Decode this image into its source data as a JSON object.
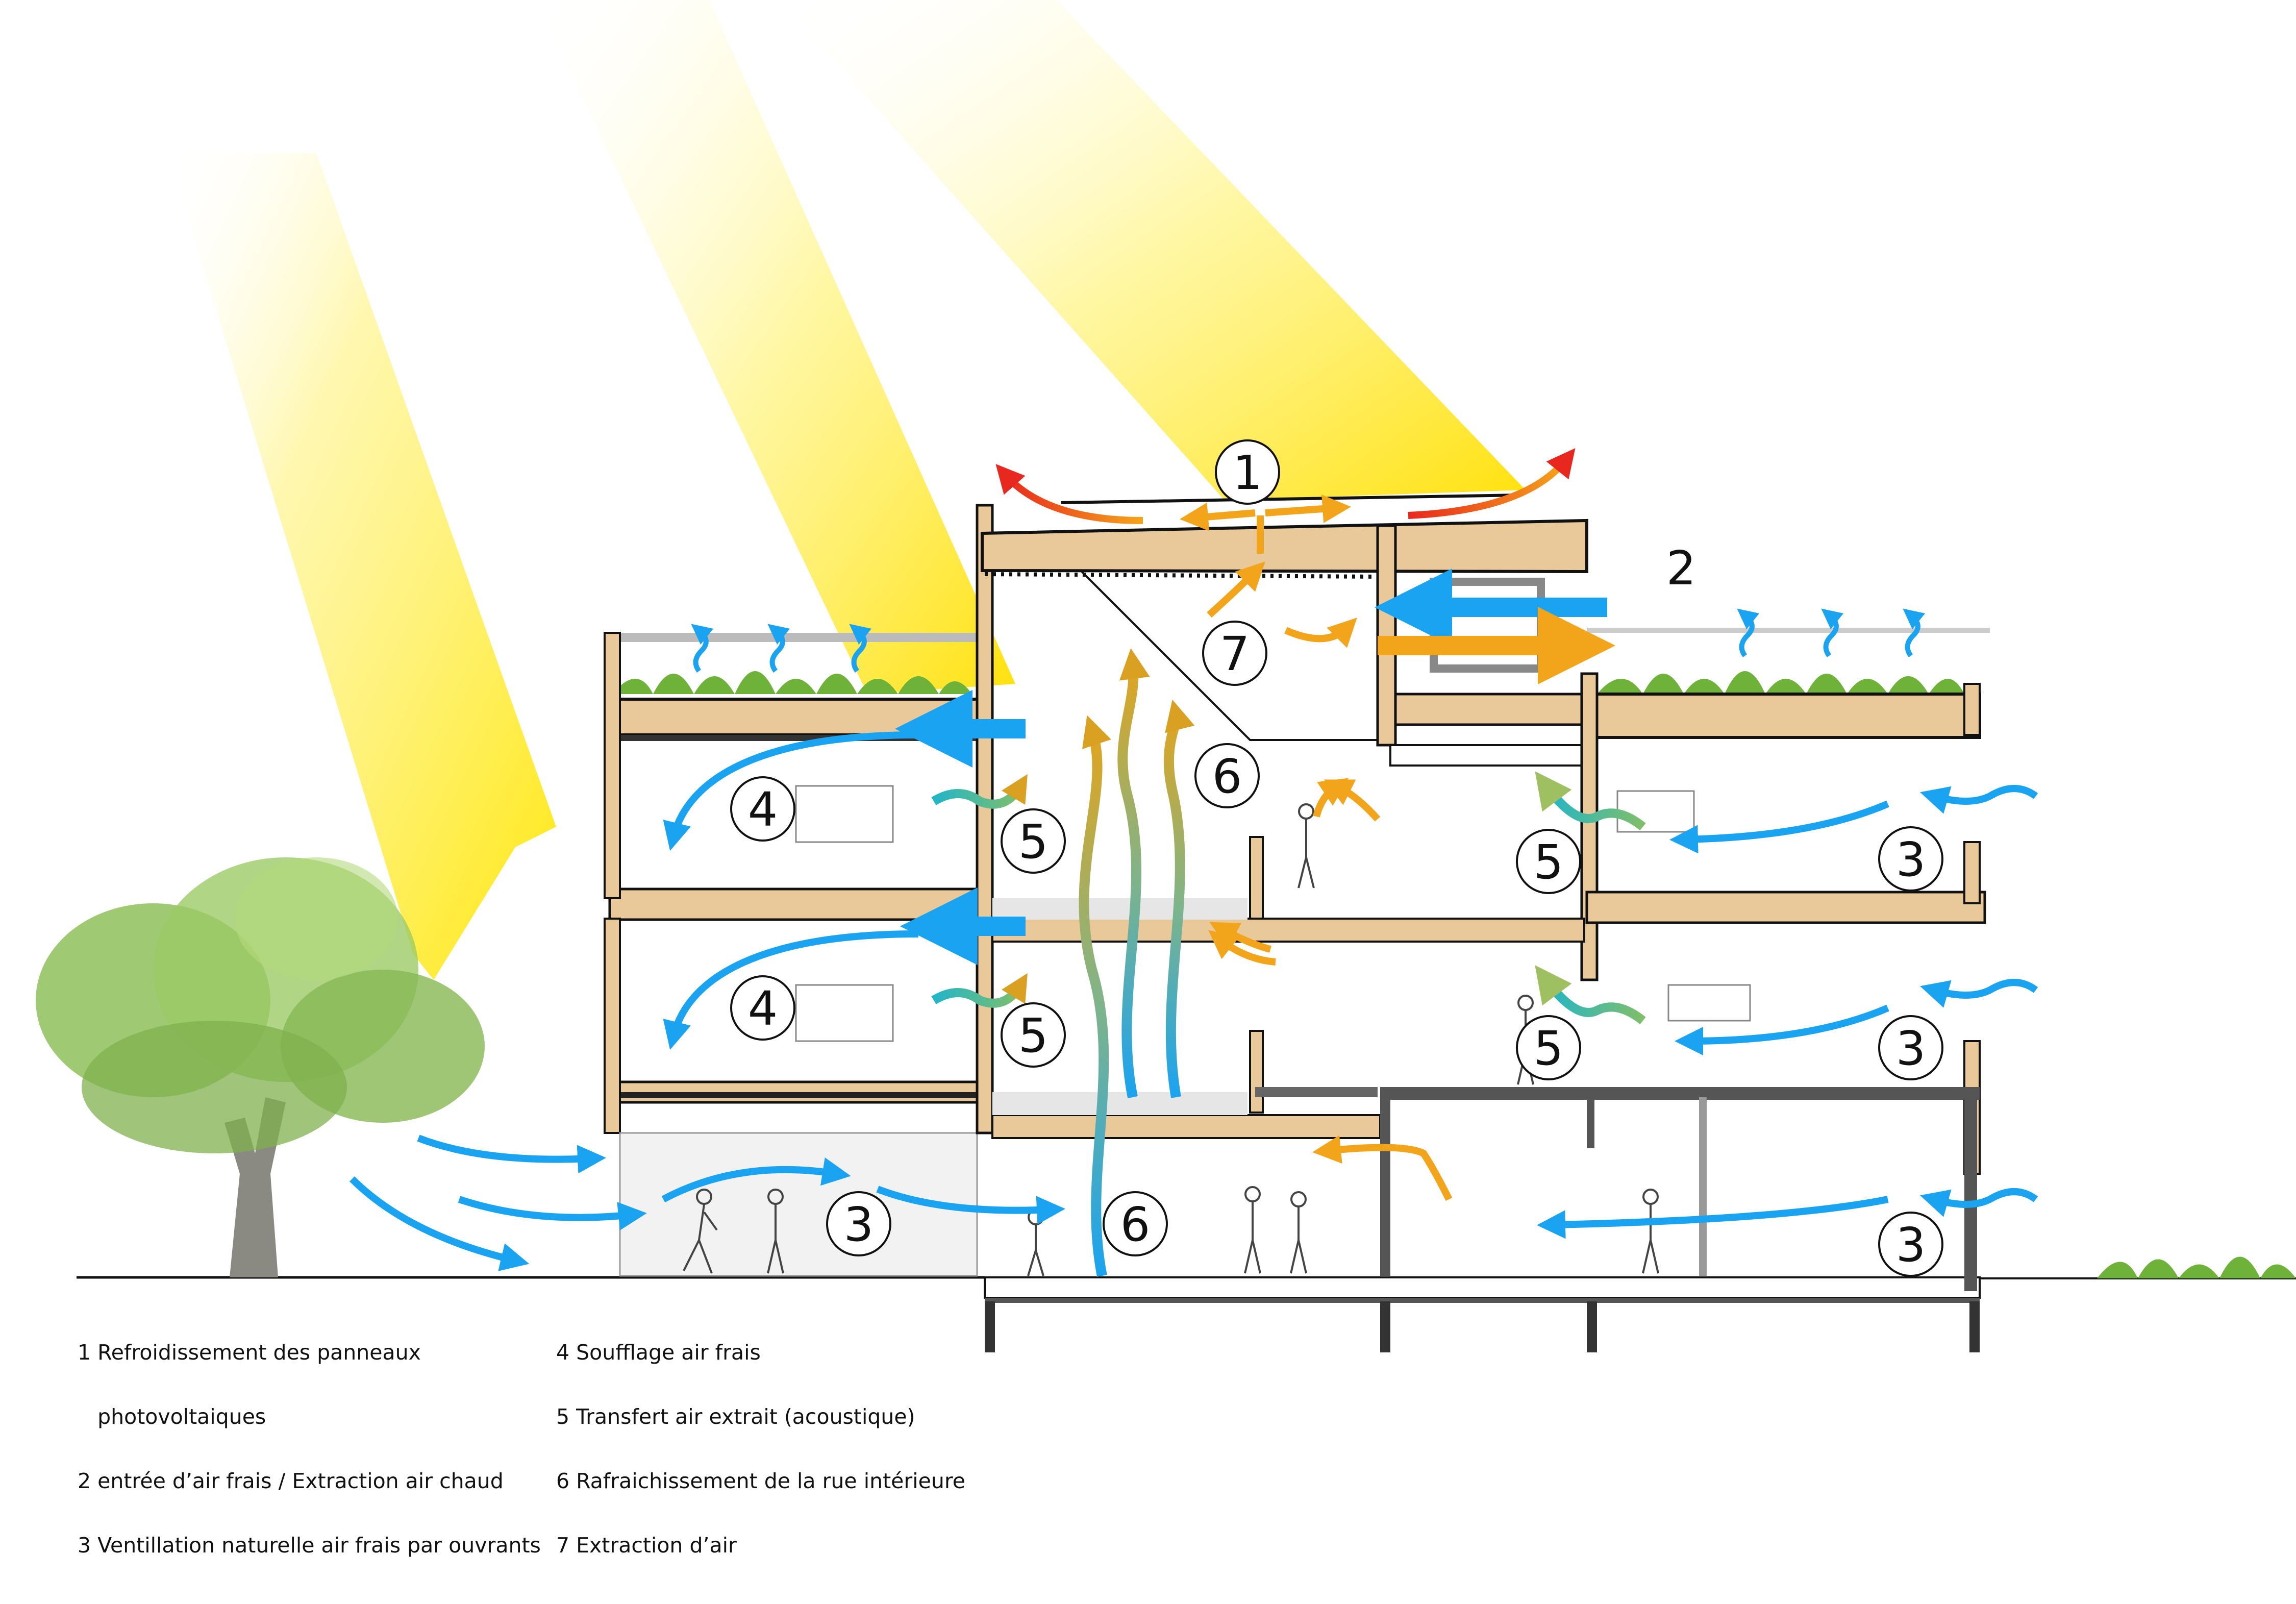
{
  "markers": {
    "m1": "1",
    "m2": "2",
    "m3a": "3",
    "m3b": "3",
    "m3c": "3",
    "m3d": "3",
    "m4a": "4",
    "m4b": "4",
    "m5a": "5",
    "m5b": "5",
    "m5c": "5",
    "m5d": "5",
    "m6a": "6",
    "m6b": "6",
    "m7": "7"
  },
  "legend": {
    "left": [
      "1 Refroidissement des panneaux",
      "   photovoltaiques",
      "2 entrée d’air frais / Extraction air chaud",
      "3 Ventillation naturelle air frais par ouvrants"
    ],
    "right": [
      "4 Soufflage air frais",
      "5 Transfert air extrait (acoustique)",
      "6 Rafraichissement de la rue intérieure",
      "7 Extraction d’air"
    ]
  },
  "colors": {
    "cool_air": "#1aa3f0",
    "warm_air": "#f2a51a",
    "hot_air": "#e8281e",
    "sun": "#ffe600",
    "timber": "#e9c99a",
    "tree": "#8fbf5a",
    "grass": "#5fa833"
  }
}
